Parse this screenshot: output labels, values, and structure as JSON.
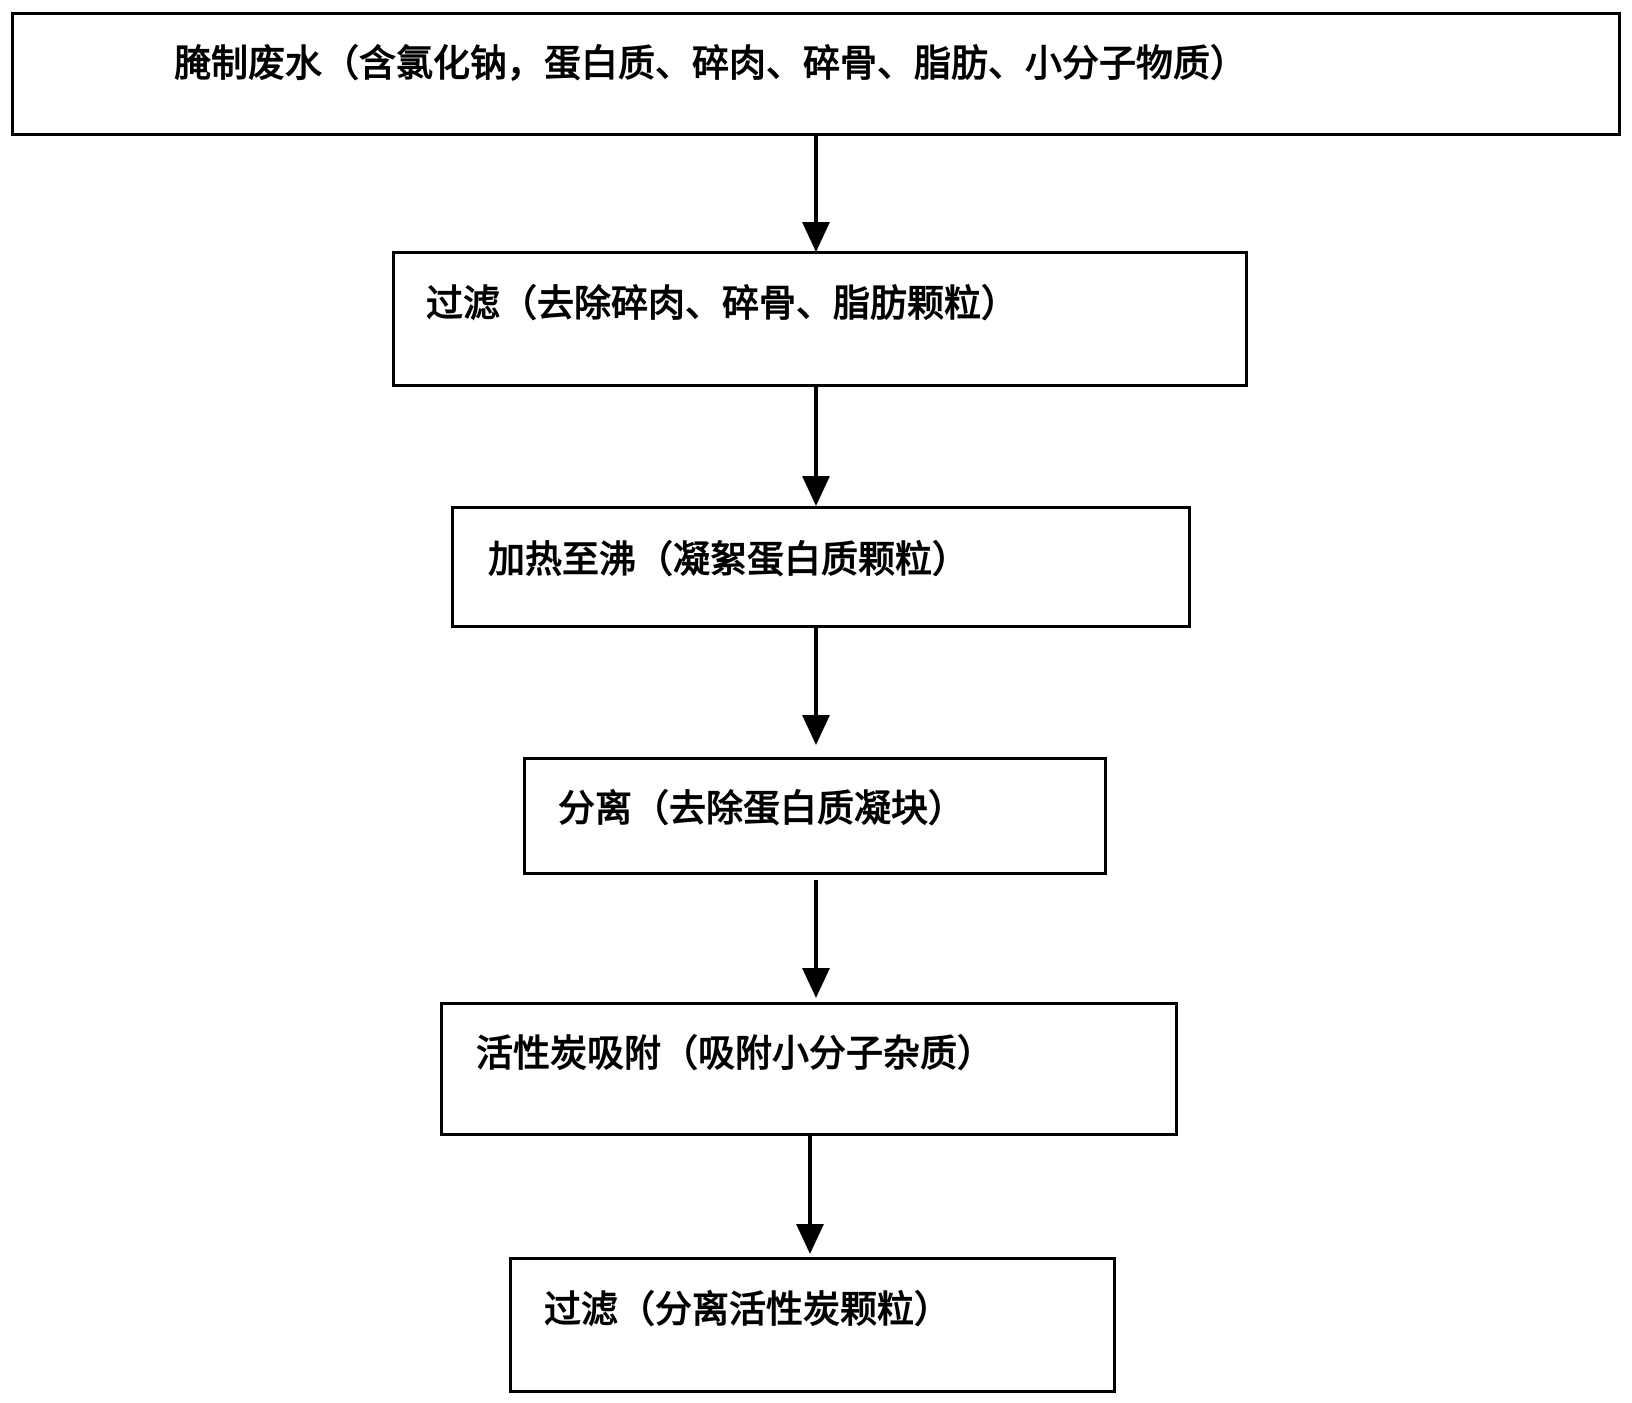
{
  "steps": [
    {
      "label": "腌制废水（含氯化钠，蛋白质、碎肉、碎骨、脂肪、小分子物质）"
    },
    {
      "label": "过滤（去除碎肉、碎骨、脂肪颗粒）"
    },
    {
      "label": "加热至沸（凝絮蛋白质颗粒）"
    },
    {
      "label": "分离（去除蛋白质凝块）"
    },
    {
      "label": "活性炭吸附（吸附小分子杂质）"
    },
    {
      "label": "过滤（分离活性炭颗粒）"
    }
  ]
}
